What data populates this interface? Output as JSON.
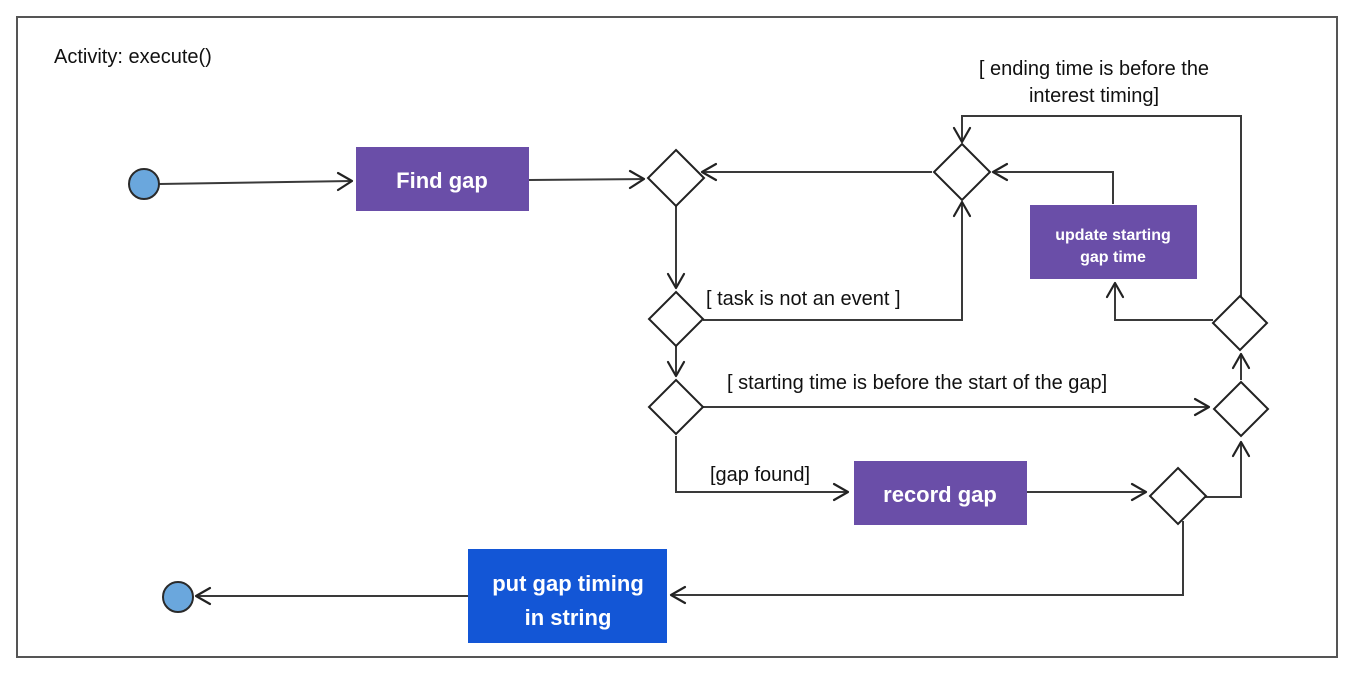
{
  "title": "Activity: execute()",
  "colors": {
    "action": "#6a4ea8",
    "final_action": "#1356d6",
    "terminal": "#6aa7dd"
  },
  "nodes": {
    "find_gap": "Find gap",
    "update_starting": [
      "update starting",
      "gap time"
    ],
    "record_gap": "record gap",
    "put_gap_timing": [
      "put gap timing",
      "in string"
    ]
  },
  "guards": {
    "ending_time": [
      "[ ending time is before the",
      "interest timing]"
    ],
    "not_event": "[ task is not an event ]",
    "starting_time": "[ starting time is before the start of the gap]",
    "gap_found": "[gap found]"
  }
}
